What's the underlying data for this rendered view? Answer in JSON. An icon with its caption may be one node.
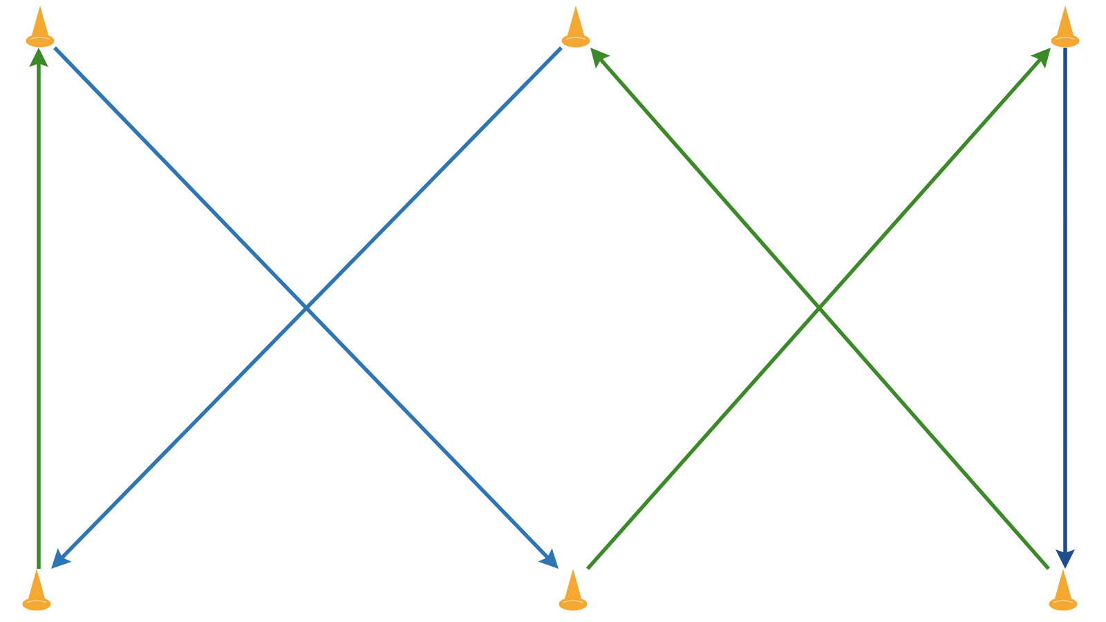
{
  "diagram": {
    "nodes": [
      {
        "text": [],
        "shape": "cone"
      },
      {
        "text": [],
        "shape": "cone"
      },
      {
        "text": [],
        "shape": "cone"
      },
      {
        "text": [],
        "shape": "cone"
      },
      {
        "text": [],
        "shape": "cone"
      },
      {
        "text": [],
        "shape": "cone"
      }
    ],
    "edges": [
      {
        "from": 0,
        "to": 4,
        "arrow": "to",
        "color": "#2e75b6"
      },
      {
        "from": 1,
        "to": 3,
        "arrow": "to",
        "color": "#2e75b6"
      },
      {
        "from": 3,
        "to": 0,
        "arrow": "to"
      },
      {
        "from": 4,
        "to": 2,
        "arrow": "to"
      },
      {
        "from": 5,
        "to": 1,
        "arrow": "to"
      },
      {
        "from": 2,
        "to": 5,
        "arrow": "to",
        "color": "#1f4e8c"
      }
    ]
  }
}
